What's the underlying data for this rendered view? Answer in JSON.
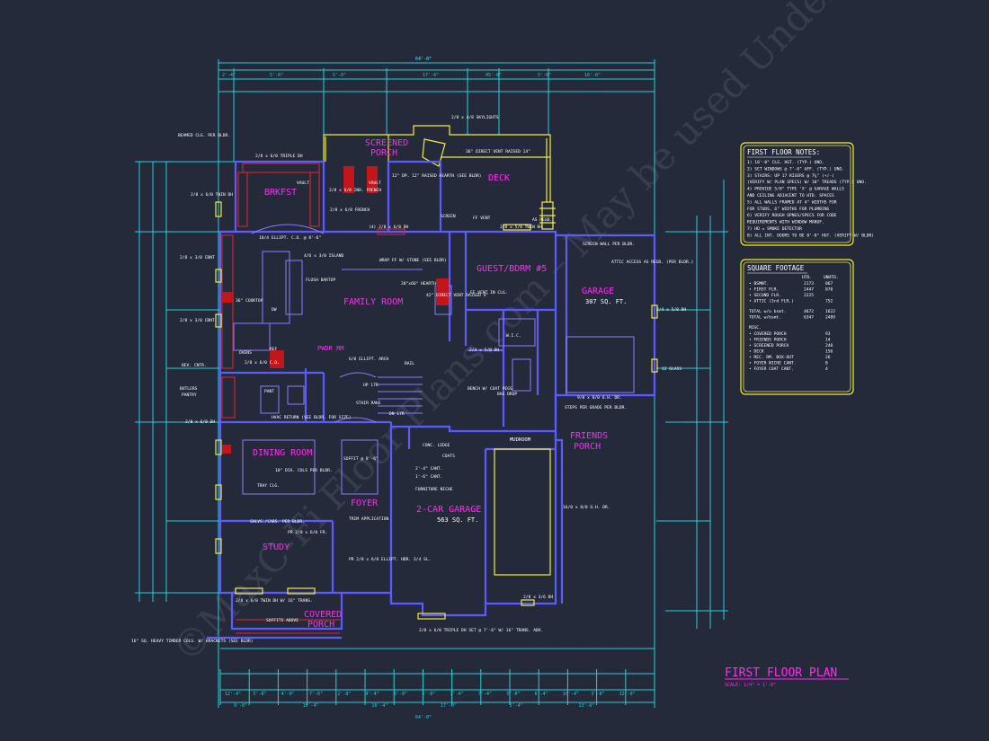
{
  "title": "FIRST FLOOR PLAN",
  "scale": "SCALE:  1/4\" = 1'-0\"",
  "watermark": "©MaxC-Fi Floor Plans.com – May be used Under License",
  "rooms": {
    "brkfst": "BRKFST",
    "screened_porch_1": "SCREENED",
    "screened_porch_2": "PORCH",
    "deck": "DECK",
    "family_room": "FAMILY ROOM",
    "guest": "GUEST/BDRM #5",
    "garage": "GARAGE",
    "garage_area": "307 SQ. FT.",
    "pwdr": "PWDR RM",
    "butlers_1": "BUTLERS",
    "butlers_2": "PANTRY",
    "pant": "PANT",
    "dining": "DINING ROOM",
    "foyer": "FOYER",
    "two_car": "2-CAR GARAGE",
    "two_car_area": "563 SQ. FT.",
    "mudroom": "MUDROOM",
    "friends_1": "FRIENDS",
    "friends_2": "PORCH",
    "study": "STUDY",
    "covered_1": "COVERED",
    "covered_2": "PORCH",
    "wic": "W.I.C."
  },
  "labels": {
    "beamed": "BEAMED CLG. PER BLDR.",
    "triple_dh": "2/8 x 6/0 TRIPLE DH",
    "twin_dh_l": "2/8 x 6/0 TWIN DH",
    "vault1": "VAULT",
    "vault2": "VAULT",
    "ind_french": "2/8 x 6/8 IND. FRENCH",
    "french": "2/8 x 6/8 FRENCH",
    "skylights": "2/8 x 4/8 SKYLIGHTS",
    "raised_hearth": "12\" DP. 12\" RAISED HEARTH (SEE BLDR)",
    "direct_vent": "36\" DIRECT VENT RAISED 14\"",
    "screen": "SCREEN",
    "ff_vent": "FF VENT",
    "twin_dh_r": "2/8 x 5/0 TWIN DH",
    "as_regd": "AS REGD.",
    "screen_wall": "SCREEN WALL PER BLDR.",
    "attic": "ATTIC ACCESS AS REGD. (PER BLDR.)",
    "ellipt_co": "10/4 ELLIPT. C.O. @ 8'-6\"",
    "four_dh": "(4) 2/8 x 6/0 DH",
    "island": "4/6 x 3/0 ISLAND",
    "cbnt1": "2/8 x 3/0 CBNT",
    "cbnt2": "2/8 x 3/0 CBNT",
    "flush_bartop": "FLUSH BARTOP",
    "cooktop": "36\" COOKTOP",
    "dw": "DW",
    "wrap_ff": "WRAP FF W/ STONE (SEE BLDR)",
    "hearth": "20\"x66\" HEARTH",
    "direct_vent2": "42\" DIRECT VENT RAISED 4\"",
    "ff_vent2": "FF VENT IN CLG.",
    "dh_2_4": "2/4 x 5/0 DH",
    "ovens": "OVENS",
    "ref": "REF",
    "bev": "BEV. CNTR.",
    "clo": "2/8 x 6/0 C.O.",
    "ellipt_arch": "6/0 ELLIPT. ARCH",
    "rail": "RAIL",
    "stair": "STAIR RAKE",
    "up": "UP 17R",
    "dn": "DN 17R",
    "hvac": "HVAC RETURN (SEE BLDR. FOR SIZE)",
    "bench": "BENCH W/ COAT PEGS",
    "bag": "BAG DROP",
    "oh_dr1": "9/0 x 8/0 O.H. DR.",
    "steps": "STEPS PER GRADE PER BLDR.",
    "dh_6_0": "2/8 x 6/0 DH",
    "soffit": "SOFFIT @ 8'-6\"",
    "conc": "CONC. LEDGE",
    "coats": "COATS",
    "cant1": "2'-4\" CANT.",
    "cant2": "1'-6\" CANT.",
    "niche": "FURNITURE NICHE",
    "cols": "10\" DIA. COLS PER BLDR.",
    "tray": "TRAY CLG.",
    "oh_dr2": "16/0 x 8/0 O.H. DR.",
    "shlvs": "SHLVS./CABS. PER BLDR.",
    "trim": "TRIM APPLICATION",
    "pr_dh": "PR 2/8 x 6/0 FR.",
    "pr_ellipt": "PR 2/8 x 6/8 ELLIPT. HDR. 3/4 SL.",
    "dh_3_6": "2/8 x 3/6 DH",
    "twin_trans": "2/8 x 6/0 TWIN DH W/ 16\" TRANS.",
    "soffits": "SOFFITS ABOVE",
    "timber": "16\" SQ. HEAVY TIMBER COLS. W/ BRACKETS (SEE BLDR)",
    "triple_trans": "2/8 x 6/0 TRIPLE DH SET @ 7'-6\" W/ 16\" TRANS. ABV.",
    "glass": "12 GLASS",
    "dh_2_4b": "2/4 x 5/0 DH"
  },
  "notes": {
    "title": "FIRST FLOOR NOTES:",
    "items": [
      "1) 10'-0\" CLG. HGT. (TYP.) UNO.",
      "2) SET WINDOWS @ 7'-6\" AFF. (TYP.) UNO.",
      "3) STAIRS: UP 17 RISERS @ 7⅝\" (+/-)",
      "   (VERIFY W/ PLAN SPECS) W/ 10\" TREADS (TYP.) UNO.",
      "4) PROVIDE 5/8\" TYPE 'X' @ GARAGE WALLS",
      "   AND CEILING ADJACENT TO HTD. SPACES",
      "5) ALL WALLS FRAMED AT 4\" WIDTHS FOR",
      "   FOR STUDS, 6\" WIDTHS FOR PLUMBING",
      "6) VERIFY ROUGH OPNGS/SPECS FOR CODE",
      "   REQUIREMENTS WITH WINDOW MANUF.",
      "7) HD = SMOKE DETECTOR",
      "8) ALL INT. DOORS TO BE 8'-0\" HGT. (VERIFY W/ BLDR)"
    ]
  },
  "footage": {
    "title": "SQUARE FOOTAGE",
    "head_htd": "HTD.",
    "head_unhtd": "UNHTD.",
    "rows": [
      [
        "• BSMNT.",
        "2173",
        "867"
      ],
      [
        "• FIRST FLR.",
        "2447",
        "870"
      ],
      [
        "• SECOND FLR.",
        "2225",
        ""
      ],
      [
        "• ATTIC (3rd FLR.)",
        "",
        "752"
      ]
    ],
    "totals": [
      [
        "TOTAL w/o bsmt.",
        "4672",
        "1622"
      ],
      [
        "TOTAL w/bsmt.",
        "6347",
        "2489"
      ]
    ],
    "misc_label": "MISC.",
    "misc": [
      [
        "• COVERED PORCH",
        "93"
      ],
      [
        "• FRIENDS PORCH",
        "14"
      ],
      [
        "• SCREENED PORCH",
        "248"
      ],
      [
        "• DECK",
        "156"
      ],
      [
        "• REC. RM. BOX-OUT",
        "26"
      ],
      [
        "• FOYER NICHE CANT.",
        "8"
      ],
      [
        "• FOYER COAT CANT.",
        "4"
      ]
    ]
  },
  "dims_top1": [
    "2'-4\"",
    "5'-8\"",
    "5'-0\"",
    "64'-0\"",
    "17'-4\"",
    "45'-8\"",
    "5'-0\"",
    "16'-8\""
  ],
  "dims_bottom": [
    "12'-4\"",
    "5'-8\"",
    "4'-0\"",
    "7'-6\"",
    "2'-8\"",
    "4'-4\"",
    "5'-0\"",
    "6'-0\"",
    "3'-4\"",
    "7'-4\"",
    "5'-0\"",
    "6'-4\"",
    "10'-4\"",
    "3'-8\"",
    "12'-6\""
  ],
  "dims_bottom2": [
    "9'-8\"",
    "15'-4\"",
    "10'-4\"",
    "17'-0\"",
    "5'-4\"",
    "13'-0\""
  ],
  "dim_overall": "64'-0\""
}
